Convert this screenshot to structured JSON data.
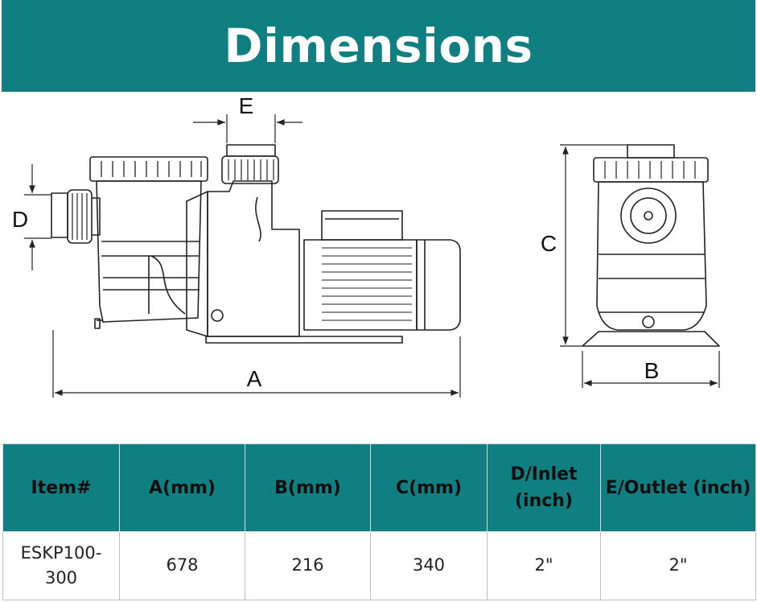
{
  "header": {
    "title": "Dimensions"
  },
  "diagram": {
    "labels": {
      "a": "A",
      "b": "B",
      "c": "C",
      "d": "D",
      "e": "E"
    }
  },
  "table": {
    "headers": [
      "Item#",
      "A(mm)",
      "B(mm)",
      "C(mm)",
      "D/Inlet (inch)",
      "E/Outlet (inch)"
    ],
    "rows": [
      [
        "ESKP100-300",
        "678",
        "216",
        "340",
        "2\"",
        "2\""
      ]
    ]
  },
  "colors": {
    "accent": "#0f7f82"
  }
}
